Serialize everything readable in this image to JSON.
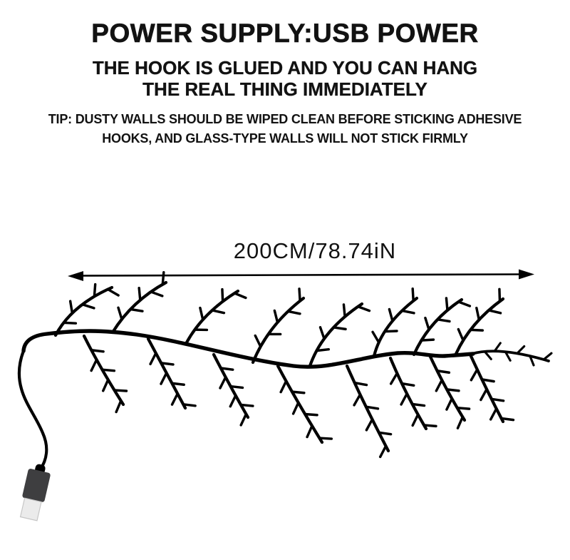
{
  "header": {
    "title": "POWER SUPPLY:USB POWER",
    "subtitle": [
      "THE HOOK IS GLUED AND YOU CAN HANG",
      "THE REAL THING IMMEDIATELY"
    ],
    "tip": [
      "TIP: DUSTY WALLS SHOULD BE WIPED CLEAN BEFORE STICKING ADHESIVE",
      "HOOKS, AND GLASS-TYPE WALLS WILL NOT STICK FIRMLY"
    ]
  },
  "dimension": {
    "label": "200CM/78.74iN"
  },
  "illustration": {
    "name": "usb-powered-vine-string-light",
    "colors": {
      "line": "#000000",
      "usb_body": "#3e3e40",
      "usb_metal": "#ebebeb",
      "usb_metal_edge": "#c6c6c6"
    }
  }
}
